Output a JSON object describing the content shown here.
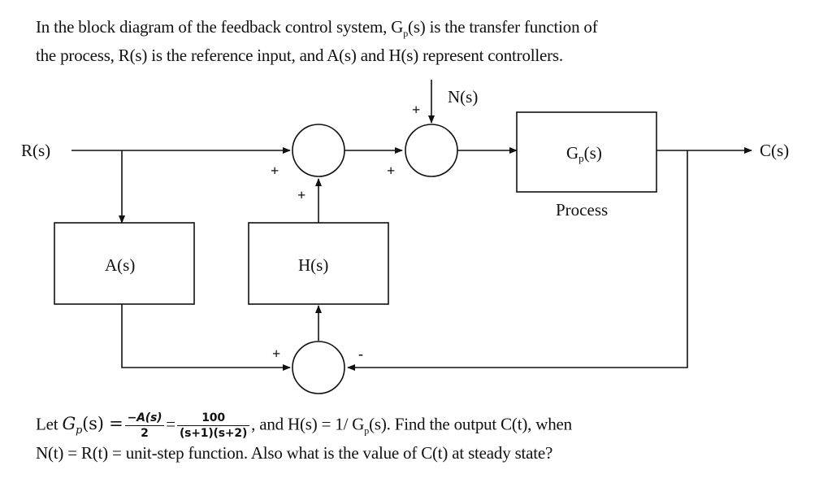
{
  "intro": {
    "line1": "In the block diagram of the feedback control system, G",
    "sub_p": "p",
    "line1_rest": "(s) is the transfer function of",
    "line2": "the process, R(s) is the reference input, and A(s) and H(s) represent controllers."
  },
  "diagram": {
    "input_label": "R(s)",
    "output_label": "C(s)",
    "noise_label": "N(s)",
    "process_label_main": "G",
    "process_label_sub": "p",
    "process_label_rest": "(s)",
    "process_caption": "Process",
    "controller_a_label": "A(s)",
    "controller_h_label": "H(s)",
    "sign_plus": "+",
    "sign_minus": "-"
  },
  "question": {
    "let": "Let ",
    "gp_main": "G",
    "gp_sub": "p",
    "gp_arg": "(s) =",
    "frac1_num": "−A(s)",
    "frac1_den": "2",
    "equals": "=",
    "frac2_num": "100",
    "frac2_den": "(s+1)(s+2)",
    "line1_rest_a": ", and H(s) = 1/ G",
    "line1_sub": "p",
    "line1_rest_b": "(s). Find the output C(t), when",
    "line2": "N(t) = R(t) = unit-step function. Also what is the value of C(t) at steady state?"
  }
}
